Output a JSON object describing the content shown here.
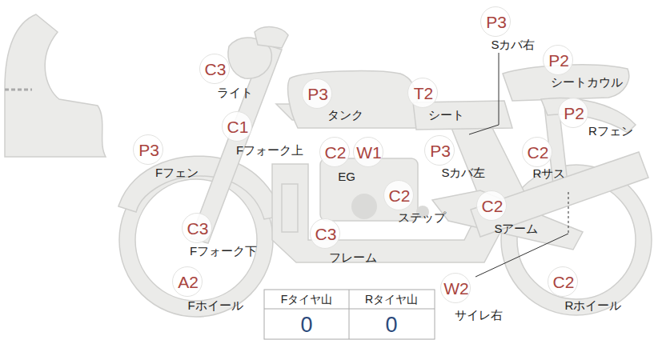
{
  "diagram": {
    "nodes": [
      {
        "text": [
          "P3",
          "Sカバ右"
        ]
      },
      {
        "text": [
          "P2",
          "シートカウル"
        ]
      },
      {
        "text": [
          "C3",
          "ライト"
        ]
      },
      {
        "text": [
          "P3",
          "タンク"
        ]
      },
      {
        "text": [
          "T2",
          "シート"
        ]
      },
      {
        "text": [
          "P2",
          "Rフェン"
        ]
      },
      {
        "text": [
          "C1",
          "Fフォーク上"
        ]
      },
      {
        "text": [
          "P3",
          "Fフェン"
        ]
      },
      {
        "text": [
          "C2",
          "EG"
        ]
      },
      {
        "text": [
          "W1"
        ]
      },
      {
        "text": [
          "P3",
          "Sカバ左"
        ]
      },
      {
        "text": [
          "C2",
          "Rサス"
        ]
      },
      {
        "text": [
          "C2",
          "ステップ"
        ]
      },
      {
        "text": [
          "C2",
          "Sアーム"
        ]
      },
      {
        "text": [
          "C3",
          "Fフォーク下"
        ]
      },
      {
        "text": [
          "C3",
          "フレーム"
        ]
      },
      {
        "text": [
          "A2",
          "Fホイール"
        ]
      },
      {
        "text": [
          "W2",
          "サイレ右"
        ]
      },
      {
        "text": [
          "C2",
          "Rホイール"
        ]
      }
    ],
    "labels": [
      "Fタイヤ山",
      "Rタイヤ山",
      "0",
      "0"
    ]
  }
}
